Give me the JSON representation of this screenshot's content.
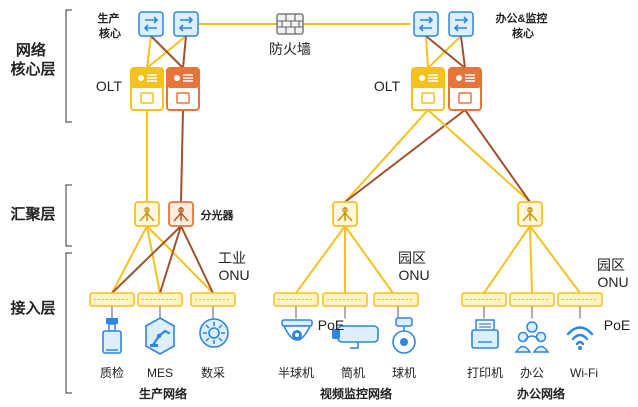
{
  "layers": {
    "core": "网络\n核心层",
    "aggregation": "汇聚层",
    "access": "接入层"
  },
  "labels": {
    "production_core": "生产\n核心",
    "office_core": "办公&监控\n核心",
    "firewall": "防火墙",
    "olt_left": "OLT",
    "olt_right": "OLT",
    "splitter": "分光器",
    "industrial_onu": "工业\nONU",
    "campus_onu_1": "园区\nONU",
    "campus_onu_2": "园区\nONU",
    "poe_1": "PoE",
    "poe_2": "PoE"
  },
  "devices": {
    "quality": "质检",
    "mes": "MES",
    "data_collection": "数采",
    "dome_cam": "半球机",
    "bullet_cam": "筒机",
    "ball_cam": "球机",
    "printer": "打印机",
    "office": "办公",
    "wifi": "Wi-Fi"
  },
  "sections": {
    "production": "生产网络",
    "video": "视频监控网络",
    "office": "办公网络"
  },
  "colors": {
    "yellow": "#F5C21B",
    "orange": "#E8743B",
    "brown": "#A0522D",
    "blue": "#2E86DE",
    "light_blue": "#DCEFFB",
    "gray_box": "#F2F2F2"
  }
}
